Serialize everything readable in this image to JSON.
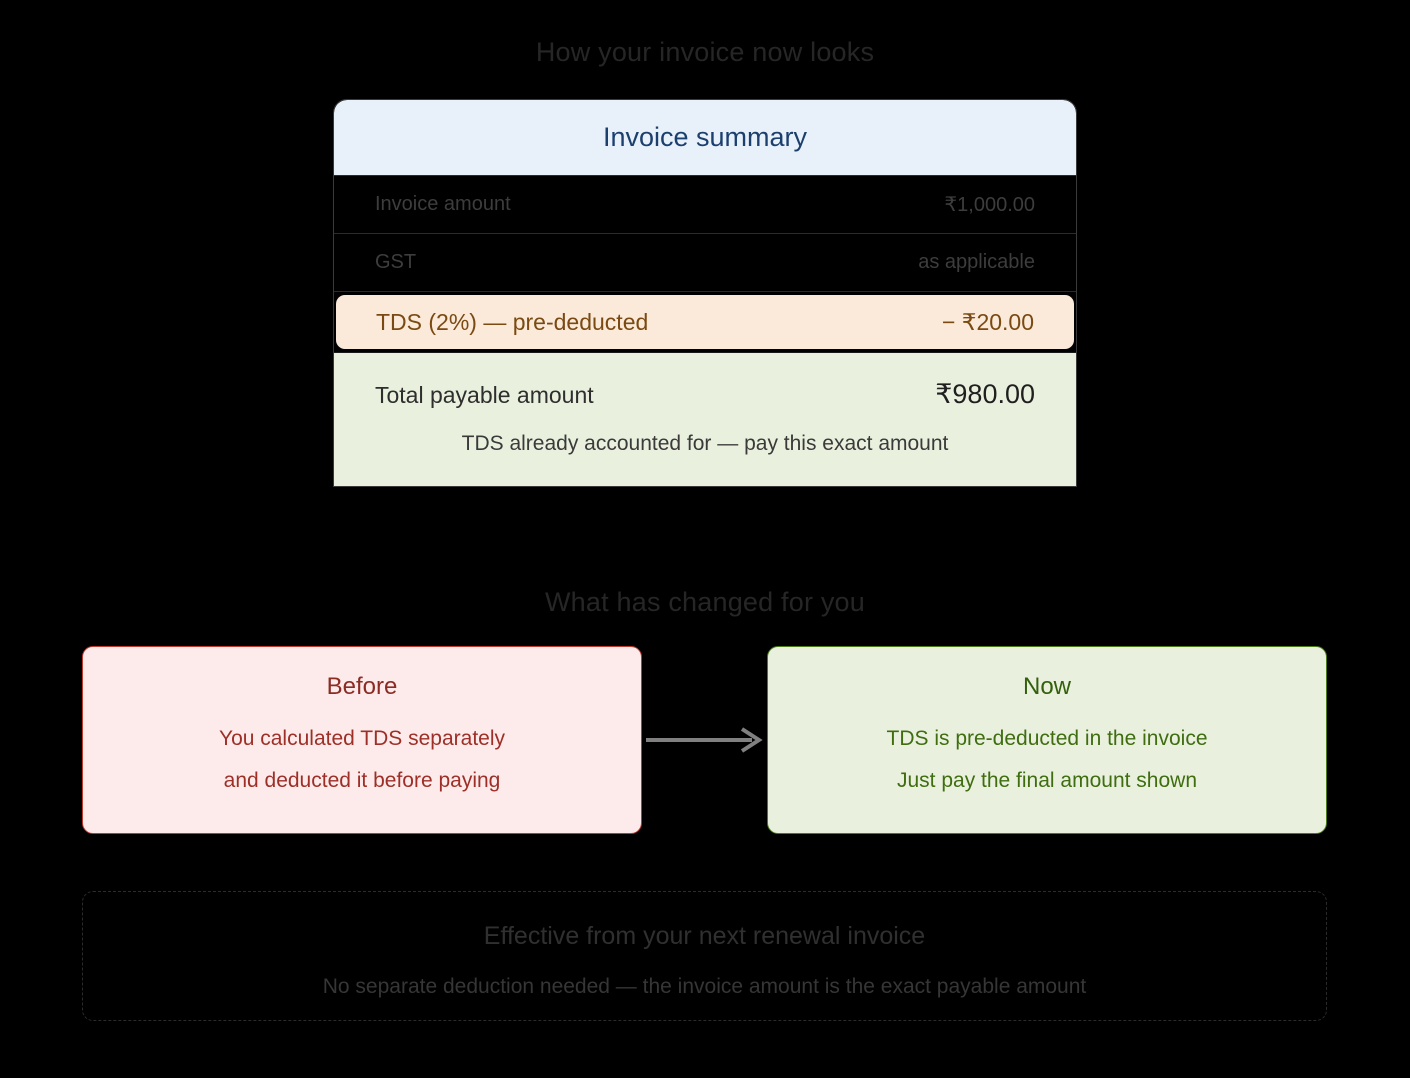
{
  "headings": {
    "invoice_section": "How your invoice now looks",
    "changed_section": "What has changed for you"
  },
  "invoice_card": {
    "title": "Invoice summary",
    "rows": [
      {
        "label": "Invoice amount",
        "value": "₹1,000.00"
      },
      {
        "label": "GST",
        "value": "as applicable"
      }
    ],
    "tds_row": {
      "label": "TDS (2%) — pre-deducted",
      "value": "− ₹20.00"
    },
    "total": {
      "label": "Total payable amount",
      "value": "₹980.00",
      "note": "TDS already accounted for — pay this exact amount"
    }
  },
  "compare": {
    "before": {
      "title": "Before",
      "line1": "You calculated TDS separately",
      "line2": "and deducted it before paying"
    },
    "now": {
      "title": "Now",
      "line1": "TDS is pre-deducted in the invoice",
      "line2": "Just pay the final amount shown"
    },
    "arrow_icon": "arrow-right-icon"
  },
  "footer": {
    "title": "Effective from your next renewal invoice",
    "subtitle": "No separate deduction needed — the invoice amount is the exact payable amount"
  },
  "colors": {
    "background": "#000000",
    "header_blue_bg": "#e8f1fa",
    "header_blue_text": "#1c3f6e",
    "tds_bg": "#fbeada",
    "tds_text": "#7a4a12",
    "total_bg": "#e9f1de",
    "before_bg": "#fcebea",
    "before_border": "#c0392f",
    "before_text": "#9e2f28",
    "now_bg": "#e9f1de",
    "now_border": "#4b7a18",
    "now_text": "#3f6d10",
    "arrow": "#808080",
    "muted_text": "#303030"
  }
}
